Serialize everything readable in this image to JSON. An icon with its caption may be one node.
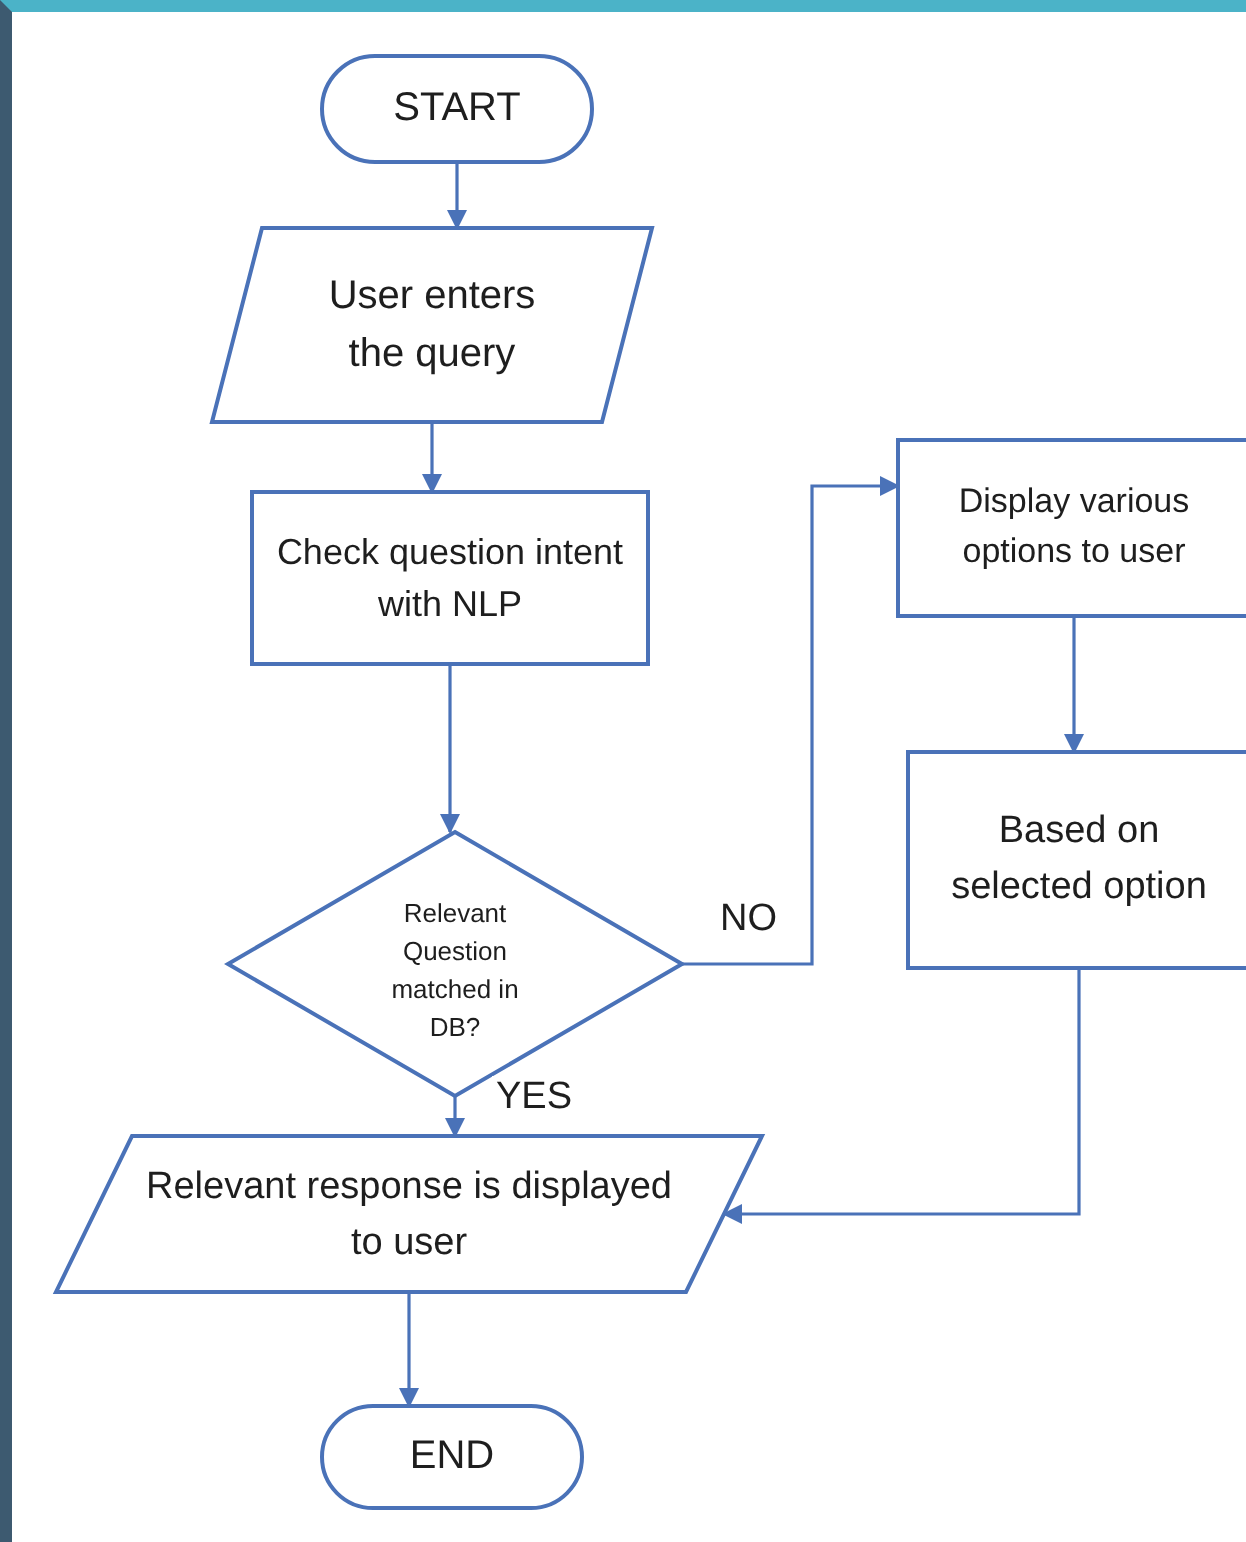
{
  "diagram": {
    "nodes": [
      {
        "text": [
          "START"
        ]
      },
      {
        "text": [
          "User enters the query"
        ]
      },
      {
        "text": [
          "Check question intent with NLP"
        ]
      },
      {
        "text": [
          "Relevant Question matched in DB?"
        ]
      },
      {
        "text": [
          "Display various options to user"
        ]
      },
      {
        "text": [
          "Based on selected option"
        ]
      },
      {
        "text": [
          "Relevant response is displayed to user"
        ]
      },
      {
        "text": [
          "END"
        ]
      }
    ],
    "edges": [
      {
        "from": 0,
        "to": 1,
        "arrow": "to"
      },
      {
        "from": 1,
        "to": 2,
        "arrow": "to"
      },
      {
        "from": 2,
        "to": 3,
        "arrow": "to"
      },
      {
        "from": 3,
        "to": 4,
        "arrow": "to",
        "label": "NO"
      },
      {
        "from": 4,
        "to": 5,
        "arrow": "to"
      },
      {
        "from": 3,
        "to": 6,
        "arrow": "to",
        "label": "YES"
      },
      {
        "from": 5,
        "to": 6,
        "arrow": "to"
      },
      {
        "from": 6,
        "to": 7,
        "arrow": "to"
      }
    ]
  }
}
